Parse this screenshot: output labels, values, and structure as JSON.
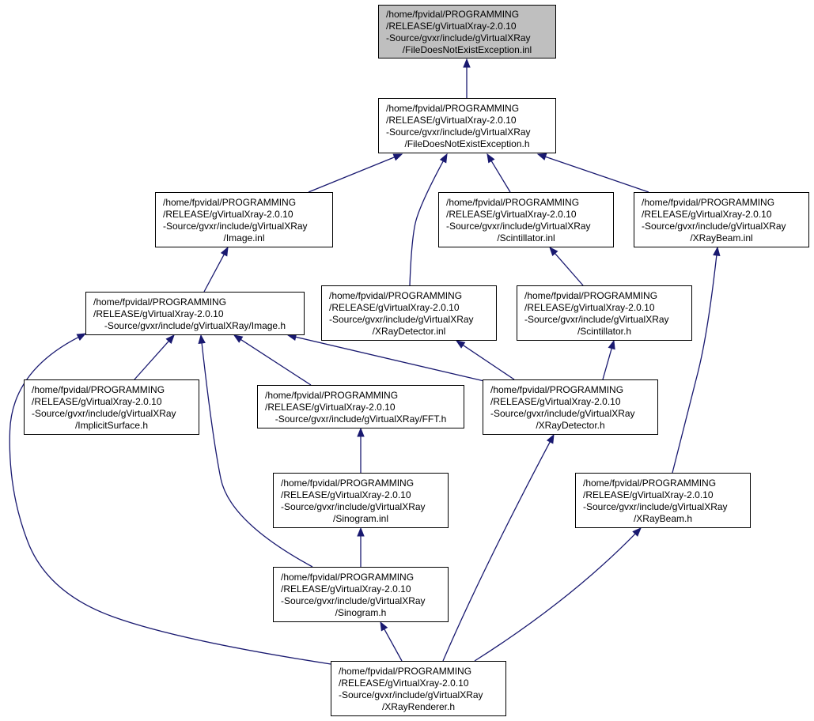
{
  "colors": {
    "edge": "#191970",
    "current_fill": "#bfbfbf",
    "node_fill": "#ffffff",
    "border": "#000000"
  },
  "nodes": [
    {
      "id": "n0",
      "current": true,
      "lines": [
        "/home/fpvidal/PROGRAMMING",
        "/RELEASE/gVirtualXray-2.0.10",
        "-Source/gvxr/include/gVirtualXRay",
        "/FileDoesNotExistException.inl"
      ]
    },
    {
      "id": "n1",
      "lines": [
        "/home/fpvidal/PROGRAMMING",
        "/RELEASE/gVirtualXray-2.0.10",
        "-Source/gvxr/include/gVirtualXRay",
        "/FileDoesNotExistException.h"
      ]
    },
    {
      "id": "n2",
      "lines": [
        "/home/fpvidal/PROGRAMMING",
        "/RELEASE/gVirtualXray-2.0.10",
        "-Source/gvxr/include/gVirtualXRay",
        "/Image.inl"
      ]
    },
    {
      "id": "n3",
      "lines": [
        "/home/fpvidal/PROGRAMMING",
        "/RELEASE/gVirtualXray-2.0.10",
        "-Source/gvxr/include/gVirtualXRay",
        "/Scintillator.inl"
      ]
    },
    {
      "id": "n4",
      "lines": [
        "/home/fpvidal/PROGRAMMING",
        "/RELEASE/gVirtualXray-2.0.10",
        "-Source/gvxr/include/gVirtualXRay",
        "/XRayBeam.inl"
      ]
    },
    {
      "id": "n5",
      "compact": true,
      "lines": [
        "/home/fpvidal/PROGRAMMING",
        "/RELEASE/gVirtualXray-2.0.10",
        "-Source/gvxr/include/gVirtualXRay/Image.h"
      ]
    },
    {
      "id": "n6",
      "lines": [
        "/home/fpvidal/PROGRAMMING",
        "/RELEASE/gVirtualXray-2.0.10",
        "-Source/gvxr/include/gVirtualXRay",
        "/XRayDetector.inl"
      ]
    },
    {
      "id": "n7",
      "lines": [
        "/home/fpvidal/PROGRAMMING",
        "/RELEASE/gVirtualXray-2.0.10",
        "-Source/gvxr/include/gVirtualXRay",
        "/Scintillator.h"
      ]
    },
    {
      "id": "n8",
      "lines": [
        "/home/fpvidal/PROGRAMMING",
        "/RELEASE/gVirtualXray-2.0.10",
        "-Source/gvxr/include/gVirtualXRay",
        "/ImplicitSurface.h"
      ]
    },
    {
      "id": "n9",
      "compact": true,
      "lines": [
        "/home/fpvidal/PROGRAMMING",
        "/RELEASE/gVirtualXray-2.0.10",
        "-Source/gvxr/include/gVirtualXRay/FFT.h"
      ]
    },
    {
      "id": "n10",
      "lines": [
        "/home/fpvidal/PROGRAMMING",
        "/RELEASE/gVirtualXray-2.0.10",
        "-Source/gvxr/include/gVirtualXRay",
        "/XRayDetector.h"
      ]
    },
    {
      "id": "n11",
      "lines": [
        "/home/fpvidal/PROGRAMMING",
        "/RELEASE/gVirtualXray-2.0.10",
        "-Source/gvxr/include/gVirtualXRay",
        "/Sinogram.inl"
      ]
    },
    {
      "id": "n12",
      "lines": [
        "/home/fpvidal/PROGRAMMING",
        "/RELEASE/gVirtualXray-2.0.10",
        "-Source/gvxr/include/gVirtualXRay",
        "/XRayBeam.h"
      ]
    },
    {
      "id": "n13",
      "lines": [
        "/home/fpvidal/PROGRAMMING",
        "/RELEASE/gVirtualXray-2.0.10",
        "-Source/gvxr/include/gVirtualXRay",
        "/Sinogram.h"
      ]
    },
    {
      "id": "n14",
      "lines": [
        "/home/fpvidal/PROGRAMMING",
        "/RELEASE/gVirtualXray-2.0.10",
        "-Source/gvxr/include/gVirtualXRay",
        "/XRayRenderer.h"
      ]
    }
  ],
  "edges": [
    {
      "from": "n1",
      "to": "n0"
    },
    {
      "from": "n2",
      "to": "n1"
    },
    {
      "from": "n6",
      "to": "n1"
    },
    {
      "from": "n3",
      "to": "n1"
    },
    {
      "from": "n4",
      "to": "n1"
    },
    {
      "from": "n5",
      "to": "n2"
    },
    {
      "from": "n7",
      "to": "n3"
    },
    {
      "from": "n12",
      "to": "n4"
    },
    {
      "from": "n8",
      "to": "n5"
    },
    {
      "from": "n9",
      "to": "n5"
    },
    {
      "from": "n10",
      "to": "n5"
    },
    {
      "from": "n13",
      "to": "n5"
    },
    {
      "from": "n14",
      "to": "n5"
    },
    {
      "from": "n10",
      "to": "n6"
    },
    {
      "from": "n10",
      "to": "n7"
    },
    {
      "from": "n11",
      "to": "n9"
    },
    {
      "from": "n13",
      "to": "n11"
    },
    {
      "from": "n14",
      "to": "n13"
    },
    {
      "from": "n14",
      "to": "n10"
    },
    {
      "from": "n14",
      "to": "n12"
    }
  ]
}
